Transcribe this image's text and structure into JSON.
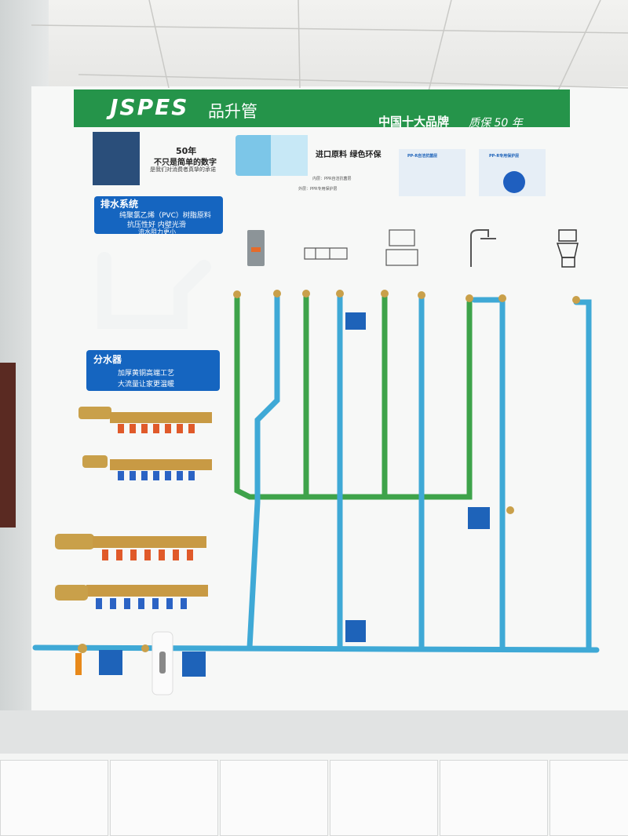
{
  "banner": {
    "brand_en": "JSPES",
    "brand_cn": "品升管",
    "slogan": "中国十大品牌",
    "warranty": "质保 50 年"
  },
  "info": {
    "years": "50年",
    "years_line1": "不只是简单的数字",
    "years_line2": "是我们对消费者真挚的承诺",
    "raw_material": "进口原料  绿色环保",
    "inner_layer": "内层：PPR自洁抗菌层",
    "outer_layer": "外层：PPR专用保护层",
    "card1_title": "PP-R自洁抗菌层",
    "card2_title": "PP-R专用保护层"
  },
  "drainage": {
    "title": "排水系统",
    "line1": "纯聚氯乙烯（PVC）树脂原料",
    "line2": "抗压性好  内壁光滑",
    "line3": "流水阻力更小"
  },
  "manifold": {
    "title": "分水器",
    "line1": "加厚黄铜高端工艺",
    "line2": "大流量让家更温暖"
  },
  "colors": {
    "banner_green": "#25944a",
    "panel_blue": "#1565c0",
    "pipe_green": "#3ea34a",
    "pipe_blue": "#3fa9d6",
    "brass": "#c9a04a"
  },
  "icons": [
    "water-heater-icon",
    "kitchen-cabinet-icon",
    "washbasin-icon",
    "shower-icon",
    "toilet-icon"
  ]
}
